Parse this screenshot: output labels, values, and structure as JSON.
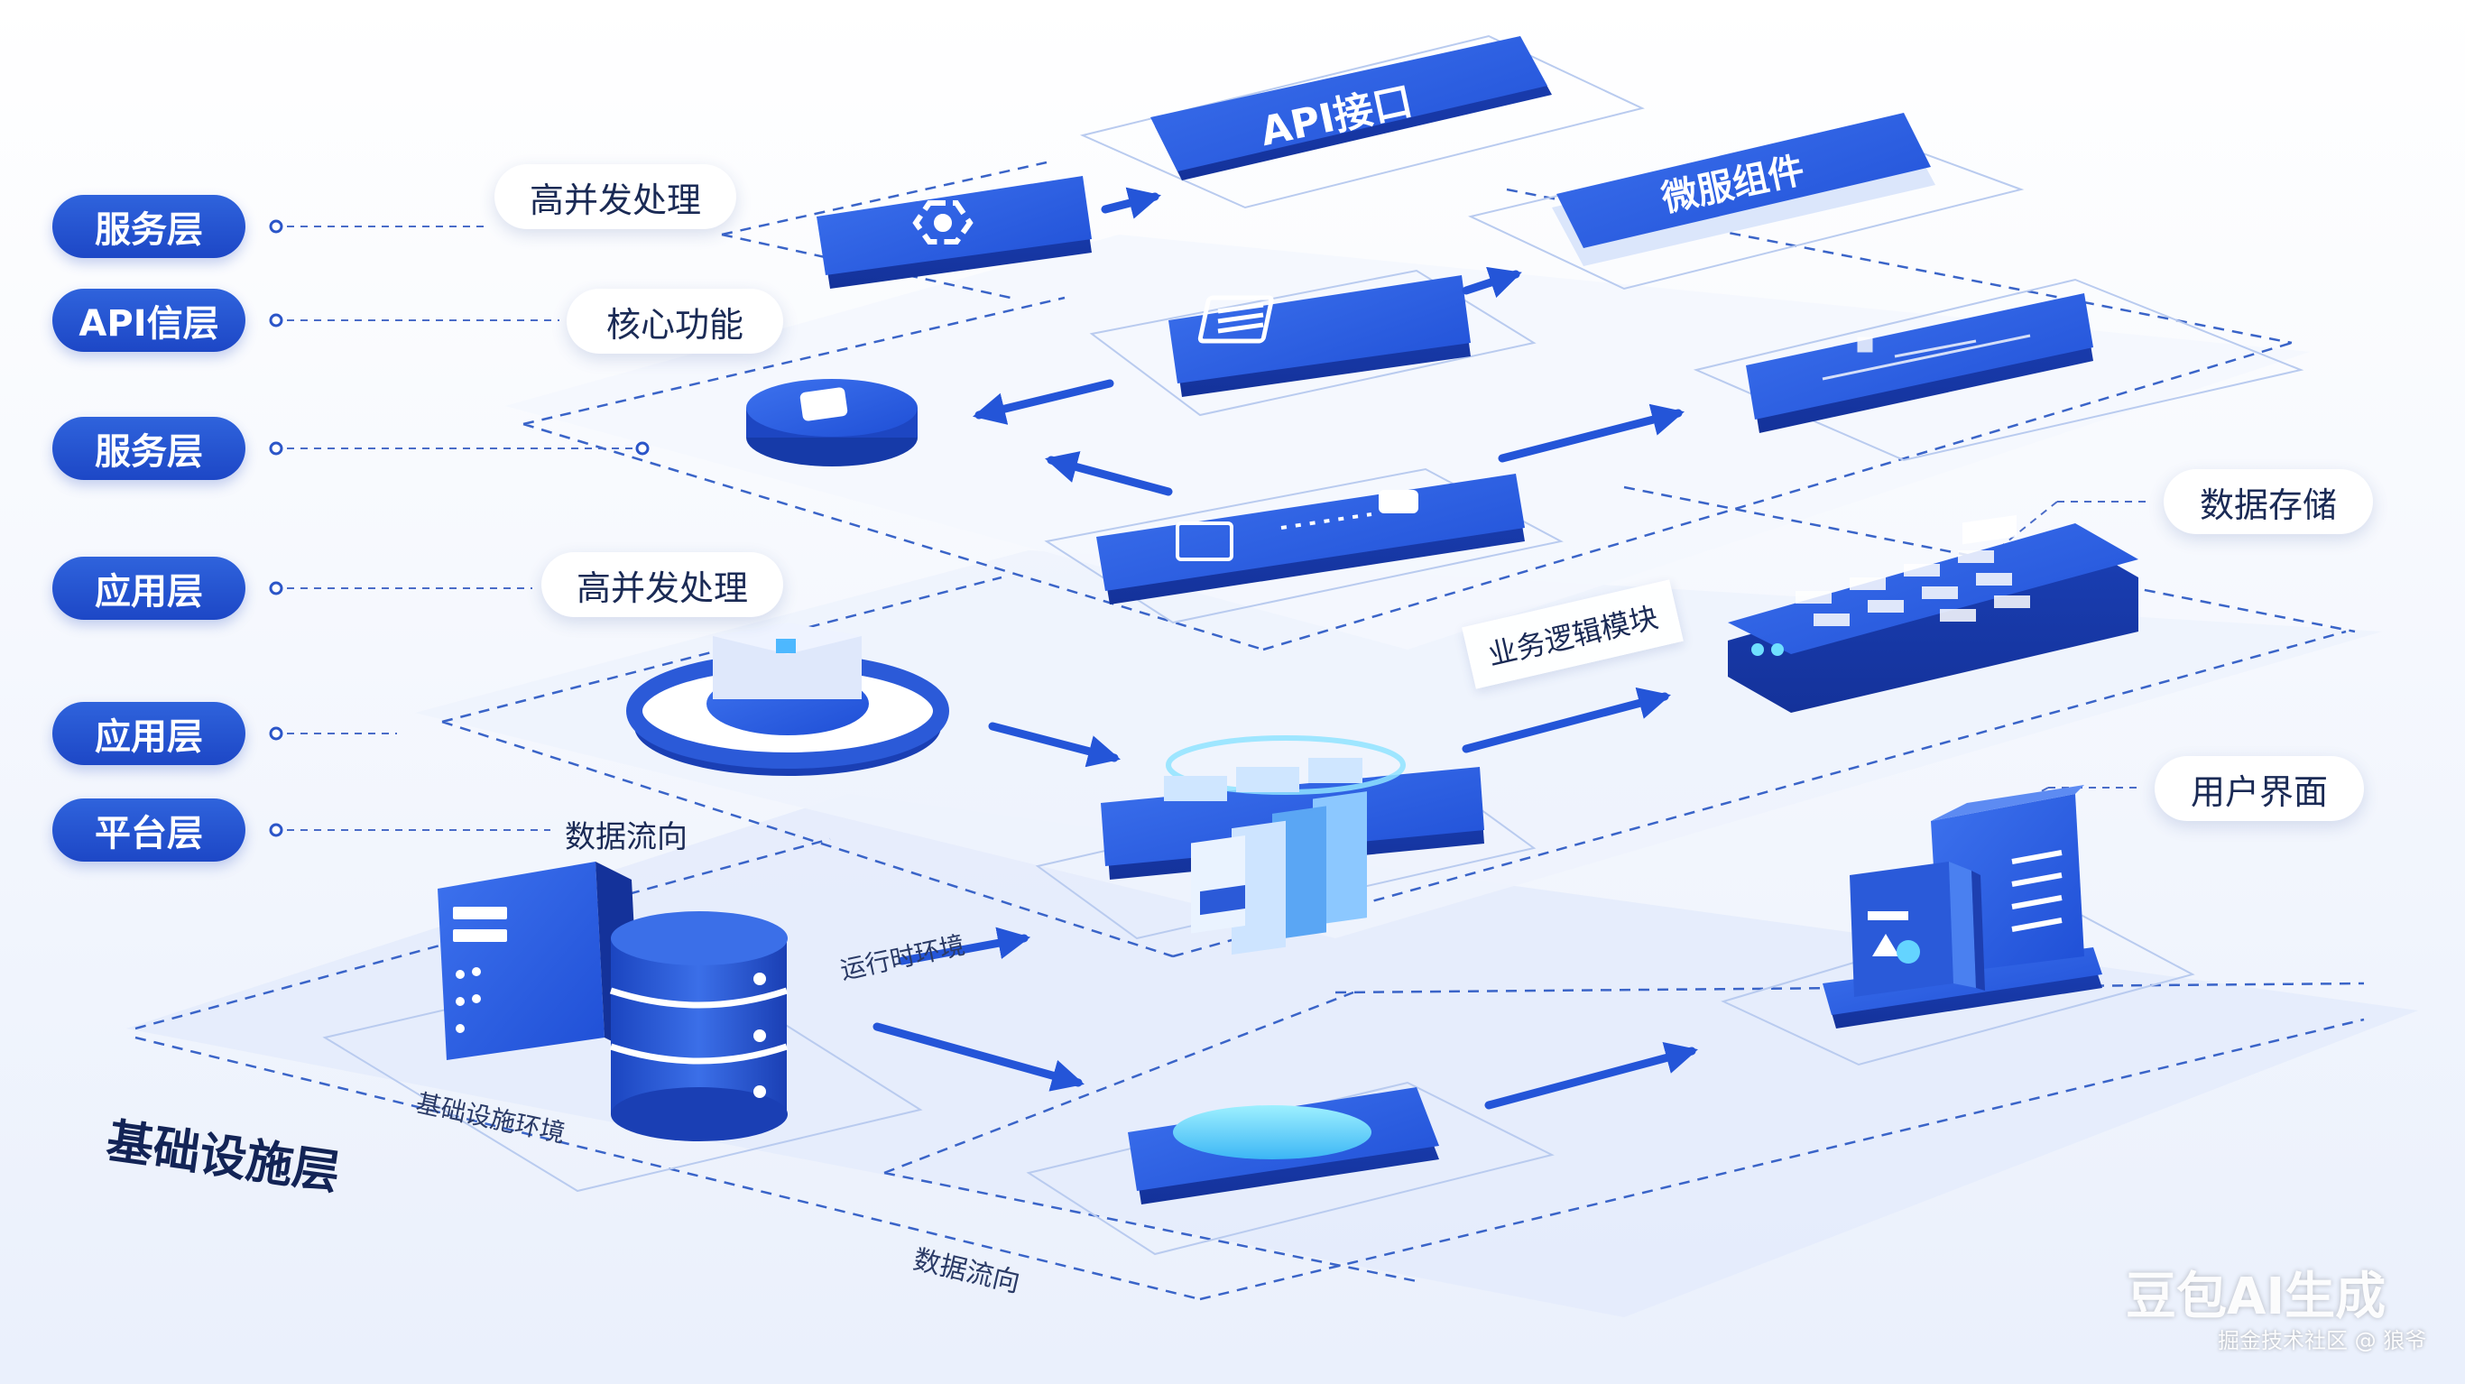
{
  "layer_labels": [
    "服务层",
    "API信层",
    "服务层",
    "应用层",
    "应用层",
    "平台层"
  ],
  "callouts": {
    "high_concurrency_top": "高并发处理",
    "core_function": "核心功能",
    "high_concurrency_mid": "高并发处理",
    "data_storage": "数据存储",
    "user_interface": "用户界面"
  },
  "panels": {
    "api_interface": "API接口",
    "microservice": "微服组件"
  },
  "tags": {
    "business_logic": "业务逻辑模块",
    "data_flow_top": "数据流向",
    "runtime": "运行时环境",
    "infra_env": "基础设施环境",
    "data_flow_bottom": "数据流向"
  },
  "infrastructure_title": "基础设施层",
  "watermark": "豆包AI生成",
  "credit": "掘金技术社区 @ 狼爷",
  "colors": {
    "primary": "#1f4fd6",
    "accent": "#4db8ff",
    "dashed": "#3a64c8"
  }
}
